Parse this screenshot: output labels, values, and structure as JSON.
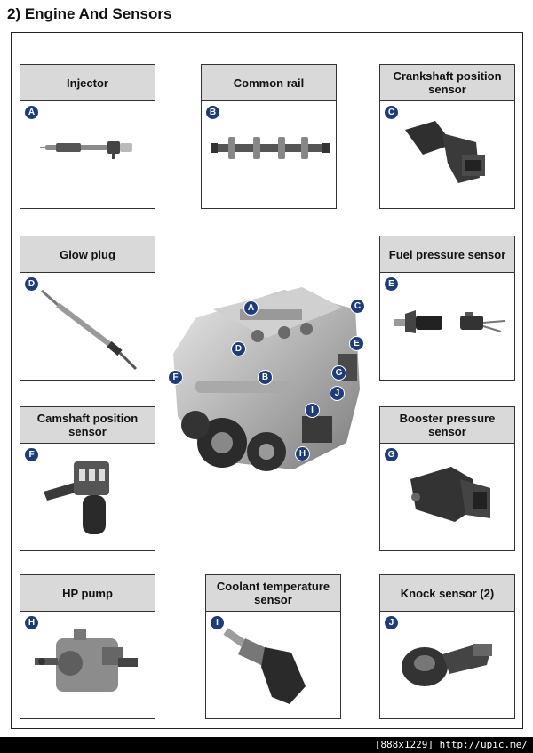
{
  "page": {
    "title": "2) Engine And Sensors"
  },
  "cards": [
    {
      "id": "injector",
      "title": "Injector",
      "badge": "A"
    },
    {
      "id": "common-rail",
      "title": "Common rail",
      "badge": "B"
    },
    {
      "id": "crankshaft",
      "title": "Crankshaft position sensor",
      "badge": "C"
    },
    {
      "id": "glow-plug",
      "title": "Glow plug",
      "badge": "D"
    },
    {
      "id": "fuel-pressure",
      "title": "Fuel pressure sensor",
      "badge": "E"
    },
    {
      "id": "camshaft",
      "title": "Camshaft position sensor",
      "badge": "F"
    },
    {
      "id": "booster",
      "title": "Booster pressure sensor",
      "badge": "G"
    },
    {
      "id": "hp-pump",
      "title": "HP pump",
      "badge": "H"
    },
    {
      "id": "coolant",
      "title": "Coolant temperature sensor",
      "badge": "I"
    },
    {
      "id": "knock",
      "title": "Knock sensor (2)",
      "badge": "J"
    }
  ],
  "engine_callouts": [
    "A",
    "B",
    "C",
    "D",
    "E",
    "F",
    "G",
    "H",
    "I",
    "J"
  ],
  "footer": {
    "text": "[888x1229] http://upic.me/"
  },
  "colors": {
    "badge": "#1e3c7a",
    "header_bg": "#d9d9d9",
    "callout_line": "#c0392b"
  }
}
